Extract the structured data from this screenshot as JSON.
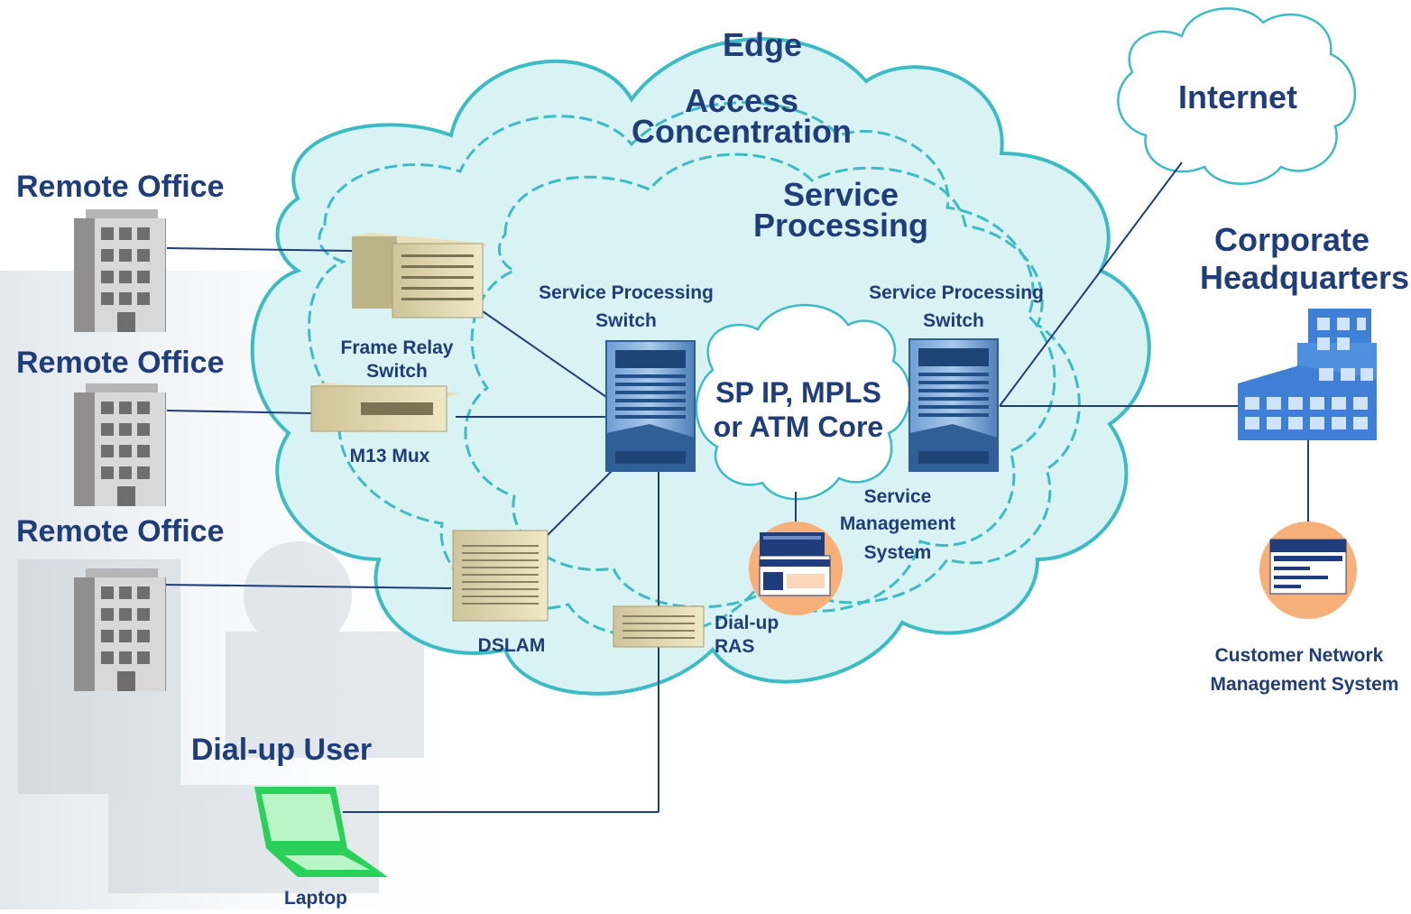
{
  "regions": {
    "edge": "Edge",
    "access_line1": "Access",
    "access_line2": "Concentration",
    "service_line1": "Service",
    "service_line2": "Processing"
  },
  "offices": [
    "Remote Office",
    "Remote Office",
    "Remote Office"
  ],
  "devices": {
    "frame_relay_line1": "Frame Relay",
    "frame_relay_line2": "Switch",
    "m13": "M13 Mux",
    "dslam": "DSLAM",
    "ras_line1": "Dial-up",
    "ras_line2": "RAS",
    "sps_left_line1": "Service Processing",
    "sps_left_line2": "Switch",
    "sps_right_line1": "Service Processing",
    "sps_right_line2": "Switch",
    "core_line1": "SP IP, MPLS",
    "core_line2": "or ATM Core",
    "sms_line1": "Service",
    "sms_line2": "Management",
    "sms_line3": "System"
  },
  "internet": "Internet",
  "hq_line1": "Corporate",
  "hq_line2": "Headquarters",
  "cnms_line1": "Customer Network",
  "cnms_line2": "Management System",
  "dialup_user": "Dial-up User",
  "laptop": "Laptop",
  "colors": {
    "cloud_stroke": "#3bbcc4",
    "cloud_fill": "#d9f2f4",
    "text": "#1f3d7a",
    "switch_blue": "#5b8fc9",
    "hq_blue": "#3f80d6",
    "laptop_green": "#2bd05a",
    "mgmt_orange": "#f7b07a"
  }
}
